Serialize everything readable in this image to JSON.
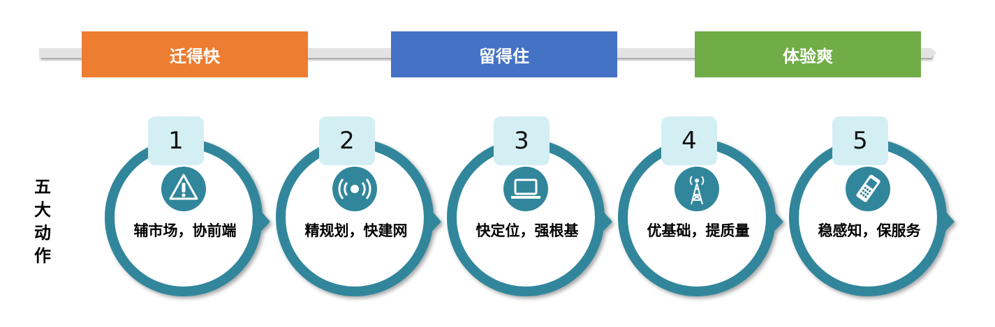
{
  "phases": [
    {
      "label": "迁得快",
      "color": "#ed7d31"
    },
    {
      "label": "留得住",
      "color": "#4472c4"
    },
    {
      "label": "体验爽",
      "color": "#70ad47"
    }
  ],
  "side_label": [
    "五",
    "大",
    "动",
    "作"
  ],
  "ring_color": "#31869b",
  "steps": [
    {
      "number": "1",
      "label": "辅市场，协前端",
      "icon": "warning-icon"
    },
    {
      "number": "2",
      "label": "精规划，快建网",
      "icon": "broadcast-icon"
    },
    {
      "number": "3",
      "label": "快定位，强根基",
      "icon": "laptop-icon"
    },
    {
      "number": "4",
      "label": "优基础，提质量",
      "icon": "antenna-tower-icon"
    },
    {
      "number": "5",
      "label": "稳感知，保服务",
      "icon": "mobile-phone-icon"
    }
  ]
}
